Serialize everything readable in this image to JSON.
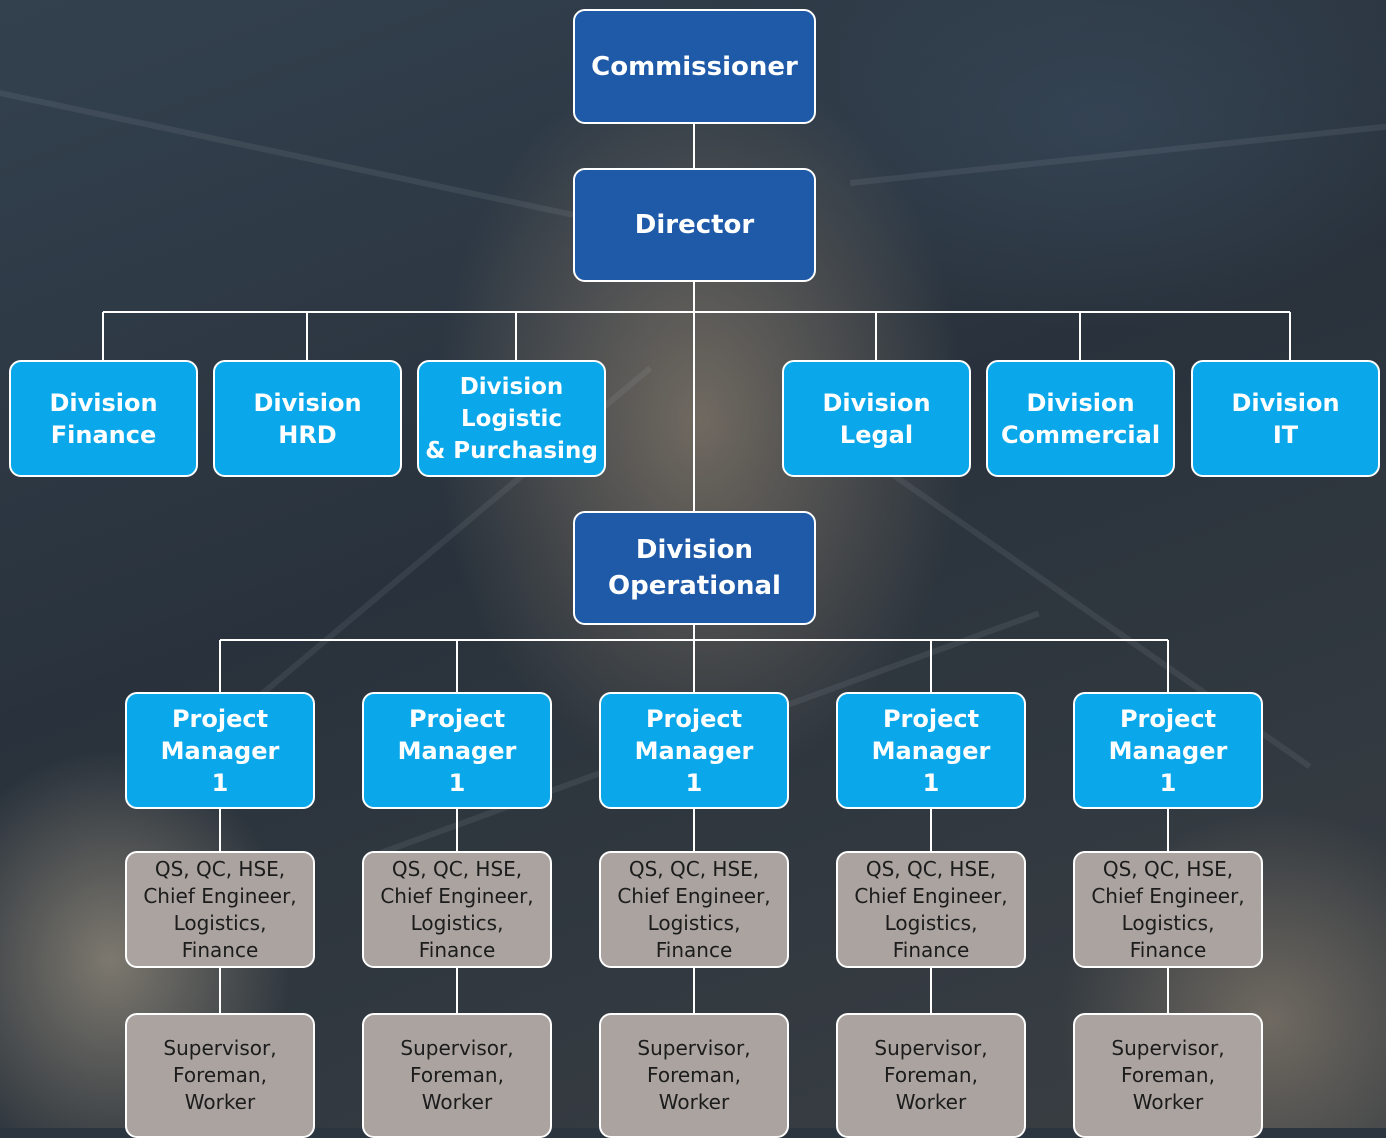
{
  "top": {
    "commissioner": "Commissioner",
    "director": "Director"
  },
  "divisions": [
    "Division\nFinance",
    "Division\nHRD",
    "Division\nLogistic\n& Purchasing",
    "Division\nLegal",
    "Division\nCommercial",
    "Division\nIT"
  ],
  "operational": "Division\nOperational",
  "projects": [
    {
      "manager": "Project\nManager\n1",
      "staff": "QS, QC, HSE,\nChief Engineer,\nLogistics,\nFinance",
      "field": "Supervisor,\nForeman,\nWorker"
    },
    {
      "manager": "Project\nManager\n1",
      "staff": "QS, QC, HSE,\nChief Engineer,\nLogistics,\nFinance",
      "field": "Supervisor,\nForeman,\nWorker"
    },
    {
      "manager": "Project\nManager\n1",
      "staff": "QS, QC, HSE,\nChief Engineer,\nLogistics,\nFinance",
      "field": "Supervisor,\nForeman,\nWorker"
    },
    {
      "manager": "Project\nManager\n1",
      "staff": "QS, QC, HSE,\nChief Engineer,\nLogistics,\nFinance",
      "field": "Supervisor,\nForeman,\nWorker"
    },
    {
      "manager": "Project\nManager\n1",
      "staff": "QS, QC, HSE,\nChief Engineer,\nLogistics,\nFinance",
      "field": "Supervisor,\nForeman,\nWorker"
    }
  ],
  "colors": {
    "executive": "#1f5aa8",
    "division": "#0aa8ea",
    "staff": "#aaa39f",
    "connector": "#ffffff"
  }
}
